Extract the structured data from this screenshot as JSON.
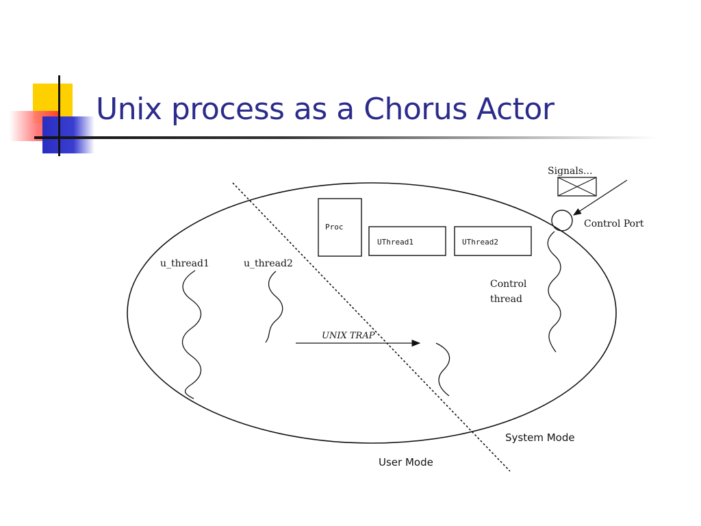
{
  "slide": {
    "title": "Unix process as a Chorus Actor"
  },
  "diagram": {
    "signals_label": "Signals...",
    "control_port_label": "Control Port",
    "proc_label": "Proc",
    "uthread1_label": "UThread1",
    "uthread2_label": "UThread2",
    "u_thread1_label": "u_thread1",
    "u_thread2_label": "u_thread2",
    "control_thread_label_line1": "Control",
    "control_thread_label_line2": "thread",
    "unix_trap_label": "UNIX TRAP",
    "system_mode_label": "System Mode",
    "user_mode_label": "User Mode"
  }
}
